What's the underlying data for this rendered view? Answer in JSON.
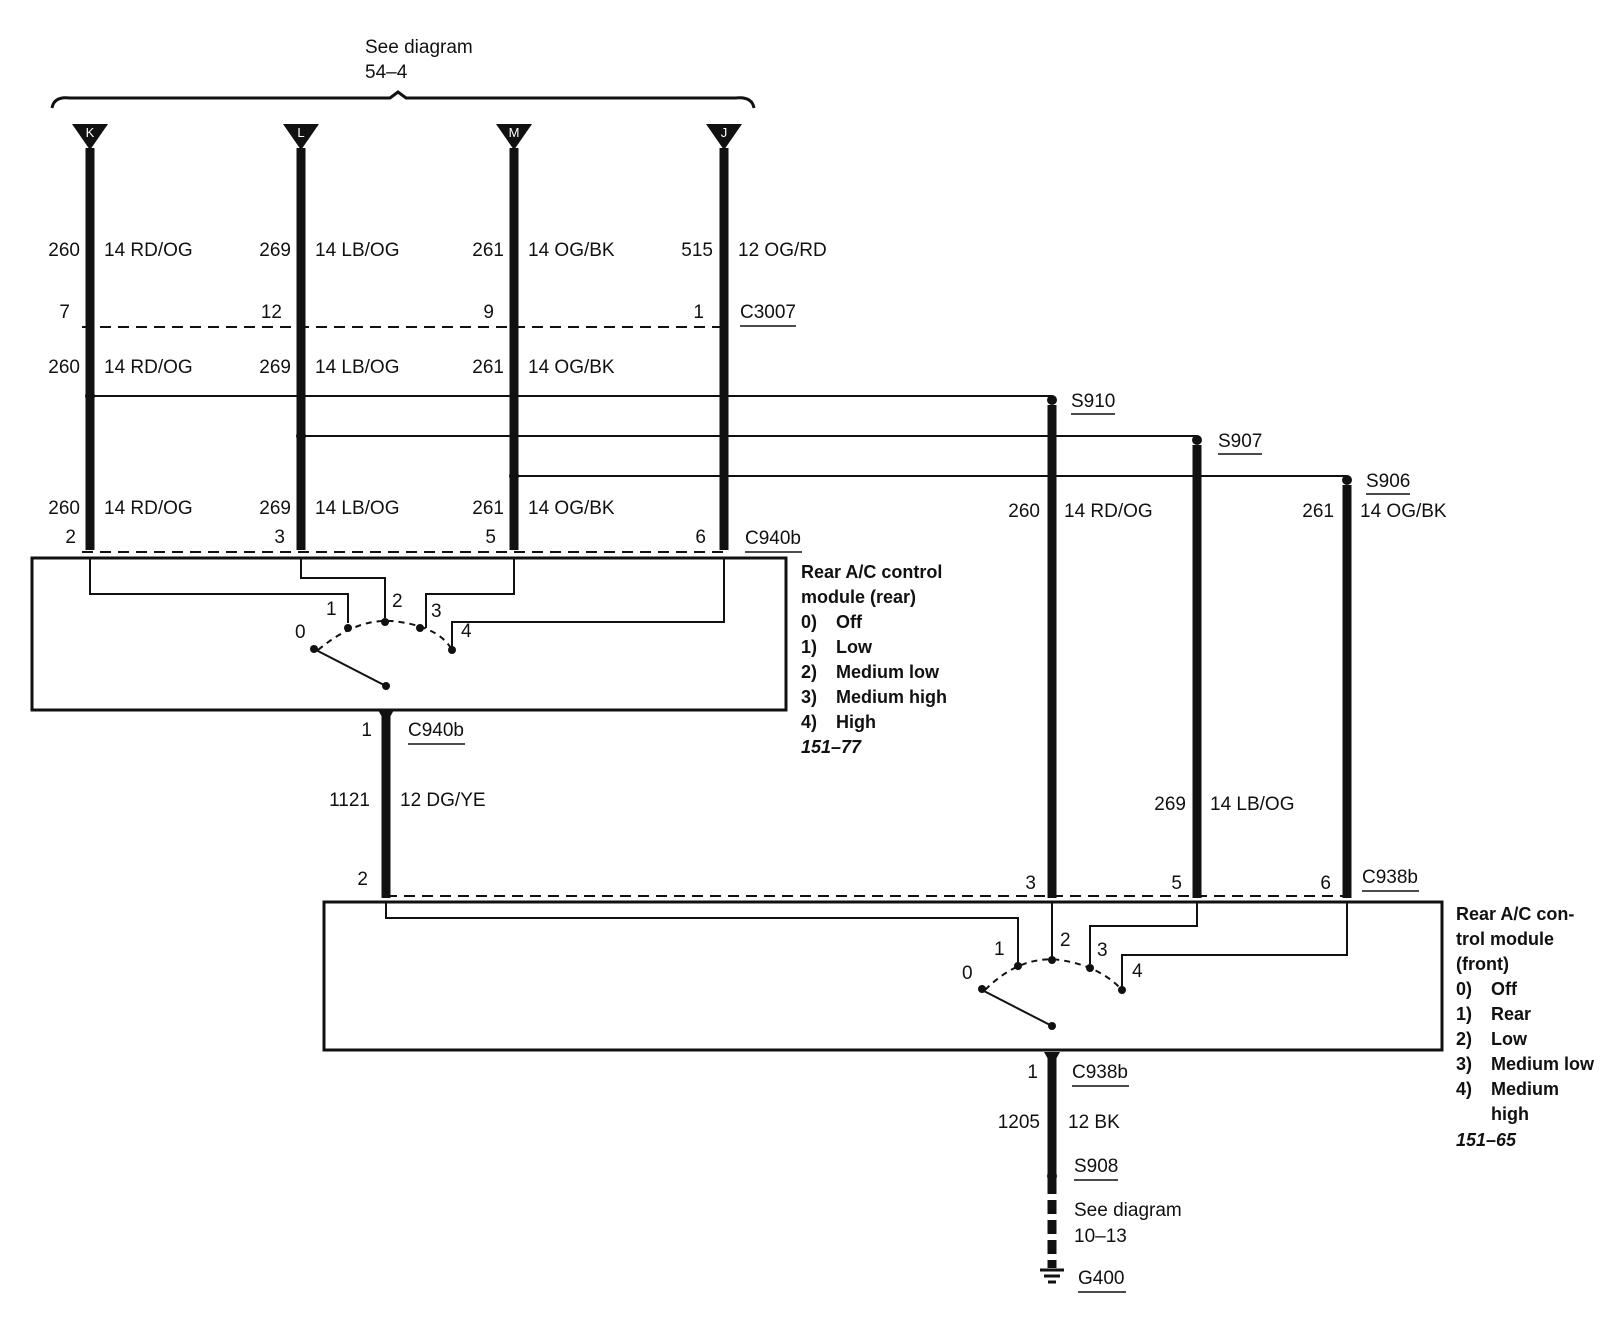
{
  "top_ref": {
    "line1": "See diagram",
    "line2": "54–4"
  },
  "pins": {
    "k": "K",
    "l": "L",
    "m": "M",
    "j": "J"
  },
  "upper_wires": [
    {
      "circuit": "260",
      "gauge_color": "14 RD/OG"
    },
    {
      "circuit": "269",
      "gauge_color": "14 LB/OG"
    },
    {
      "circuit": "261",
      "gauge_color": "14 OG/BK"
    },
    {
      "circuit": "515",
      "gauge_color": "12 OG/RD"
    }
  ],
  "mid_wires": [
    {
      "circuit": "260",
      "gauge_color": "14 RD/OG"
    },
    {
      "circuit": "269",
      "gauge_color": "14 LB/OG"
    },
    {
      "circuit": "261",
      "gauge_color": "14 OG/BK"
    }
  ],
  "lower_wires": [
    {
      "circuit": "260",
      "gauge_color": "14 RD/OG"
    },
    {
      "circuit": "269",
      "gauge_color": "14 LB/OG"
    },
    {
      "circuit": "261",
      "gauge_color": "14 OG/BK"
    }
  ],
  "c3007": {
    "name": "C3007",
    "pins": [
      "7",
      "12",
      "9",
      "1"
    ]
  },
  "c940b": {
    "name": "C940b",
    "pins": [
      "2",
      "3",
      "5",
      "6"
    ],
    "bottom_pin": "1",
    "bottom_name": "C940b"
  },
  "splices": {
    "s910": "S910",
    "s907": "S907",
    "s906": "S906",
    "s908": "S908"
  },
  "right_wires": [
    {
      "circuit": "260",
      "gauge_color": "14 RD/OG"
    },
    {
      "circuit": "269",
      "gauge_color": "14 LB/OG"
    },
    {
      "circuit": "261",
      "gauge_color": "14 OG/BK"
    }
  ],
  "feed_wire": {
    "circuit": "1121",
    "gauge_color": "12 DG/YE"
  },
  "c938b": {
    "name": "C938b",
    "pins": [
      "2",
      "3",
      "5",
      "6"
    ],
    "bottom_pin": "1",
    "bottom_name": "C938b"
  },
  "ground_wire": {
    "circuit": "1205",
    "gauge_color": "12 BK"
  },
  "bottom_ref": {
    "line1": "See diagram",
    "line2": "10–13"
  },
  "ground": "G400",
  "rear_module": {
    "title1": "Rear A/C control",
    "title2": "module (rear)",
    "switch_positions": [
      "0",
      "1",
      "2",
      "3",
      "4"
    ],
    "legend": [
      {
        "num": "0)",
        "text": "Off"
      },
      {
        "num": "1)",
        "text": "Low"
      },
      {
        "num": "2)",
        "text": "Medium low"
      },
      {
        "num": "3)",
        "text": "Medium high"
      },
      {
        "num": "4)",
        "text": "High"
      }
    ],
    "ref": "151–77"
  },
  "front_module": {
    "title1": "Rear A/C con-",
    "title2": "trol module",
    "title3": "(front)",
    "switch_positions": [
      "0",
      "1",
      "2",
      "3",
      "4"
    ],
    "legend": [
      {
        "num": "0)",
        "text": "Off"
      },
      {
        "num": "1)",
        "text": "Rear"
      },
      {
        "num": "2)",
        "text": "Low"
      },
      {
        "num": "3)",
        "text": "Medium low"
      },
      {
        "num": "4)",
        "text": "Medium"
      }
    ],
    "legend_extra": "high",
    "ref": "151–65"
  }
}
